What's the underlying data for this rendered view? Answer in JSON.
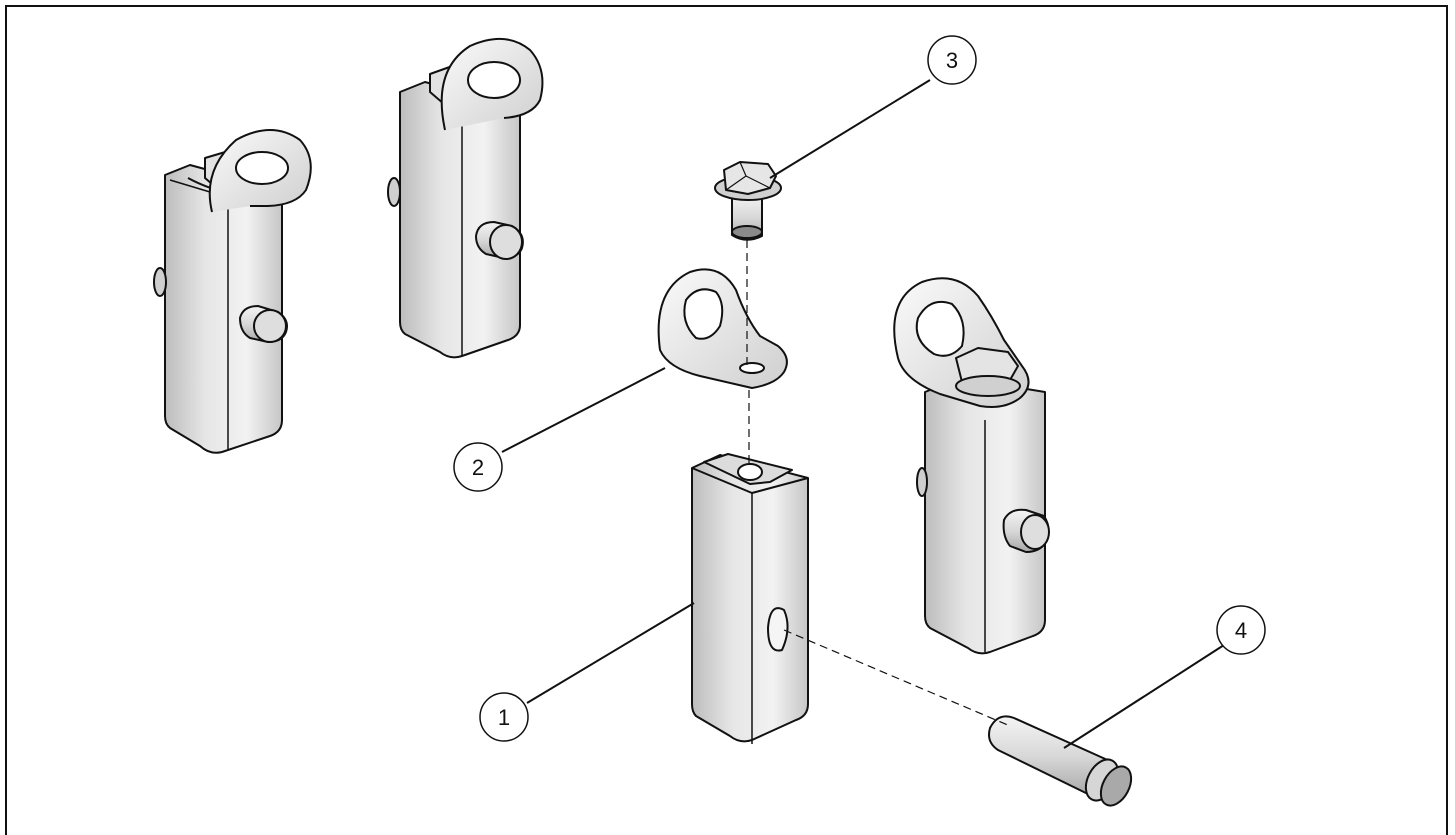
{
  "callouts": [
    {
      "id": "1",
      "label": "1"
    },
    {
      "id": "2",
      "label": "2"
    },
    {
      "id": "3",
      "label": "3"
    },
    {
      "id": "4",
      "label": "4"
    }
  ],
  "colors": {
    "line": "#111111",
    "metal_light": "#e9e9e9",
    "metal_mid": "#c9c9c9",
    "metal_dark": "#9a9a9a"
  }
}
